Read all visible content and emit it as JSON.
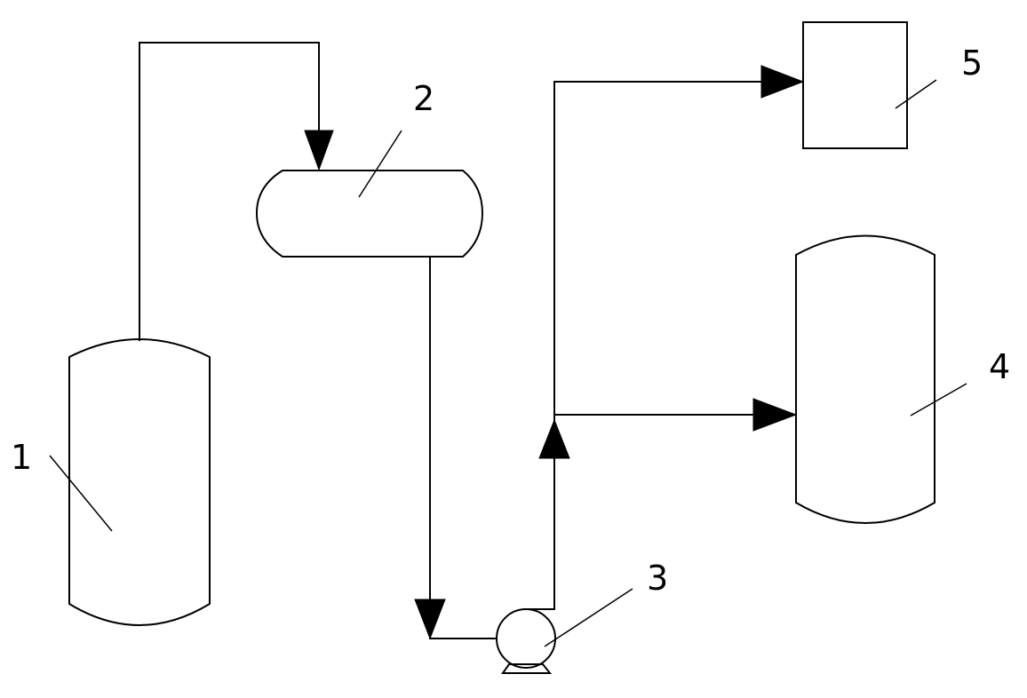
{
  "diagram": {
    "labels": {
      "vessel_1": "1",
      "vessel_2": "2",
      "pump_3": "3",
      "vessel_4": "4",
      "box_5": "5"
    }
  }
}
